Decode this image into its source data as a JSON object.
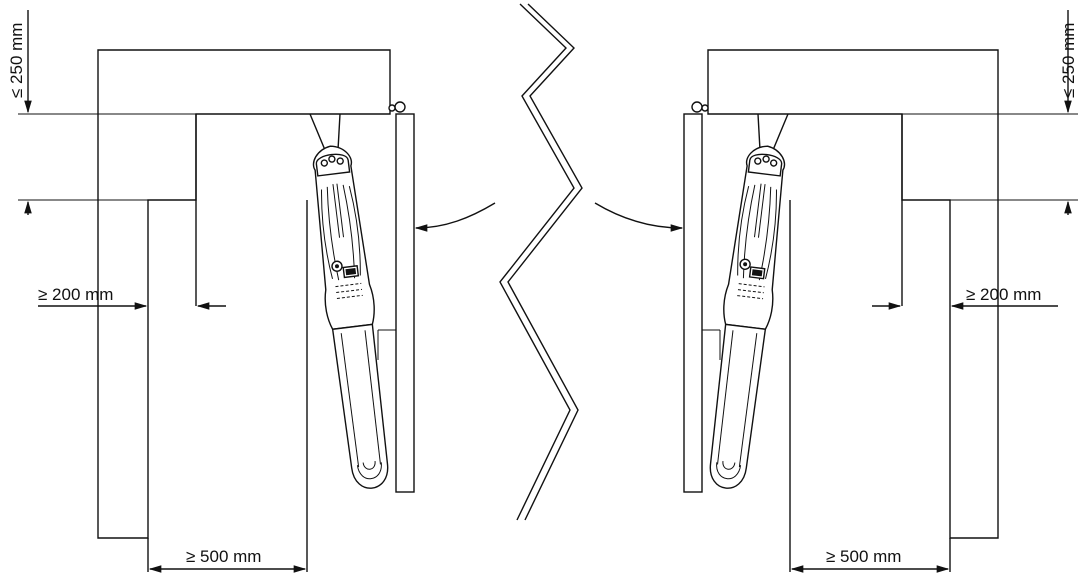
{
  "dimensions": {
    "left": {
      "top_clearance": "≤ 250 mm",
      "side_clearance": "≥ 200 mm",
      "opening_width": "≥ 500 mm"
    },
    "right": {
      "top_clearance": "≤ 250 mm",
      "side_clearance": "≥ 200 mm",
      "opening_width": "≥ 500 mm"
    }
  },
  "colors": {
    "line": "#111111",
    "background": "#ffffff"
  }
}
